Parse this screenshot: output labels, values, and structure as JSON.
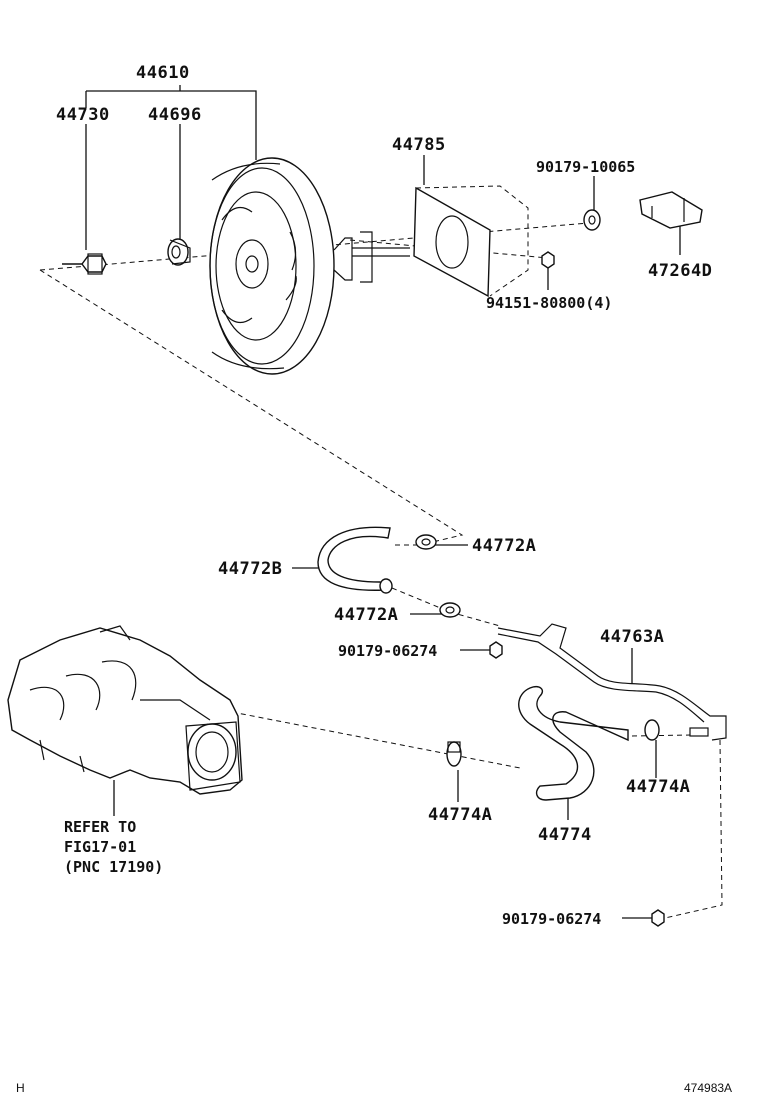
{
  "labels": {
    "p44610": "44610",
    "p44730": "44730",
    "p44696": "44696",
    "p44785": "44785",
    "p90179_10065": "90179-10065",
    "p47264D": "47264D",
    "p94151": "94151-80800(4)",
    "p44772A_top": "44772A",
    "p44772B": "44772B",
    "p44772A_mid": "44772A",
    "p90179_06274_a": "90179-06274",
    "p44763A": "44763A",
    "p44774A_right": "44774A",
    "p44774A_left": "44774A",
    "p44774": "44774",
    "p90179_06274_b": "90179-06274",
    "refer_line1": "REFER TO",
    "refer_line2": "FIG17-01",
    "refer_line3": "(PNC 17190)"
  },
  "footer": {
    "left_mark": "H",
    "drawing_no": "474983A"
  }
}
